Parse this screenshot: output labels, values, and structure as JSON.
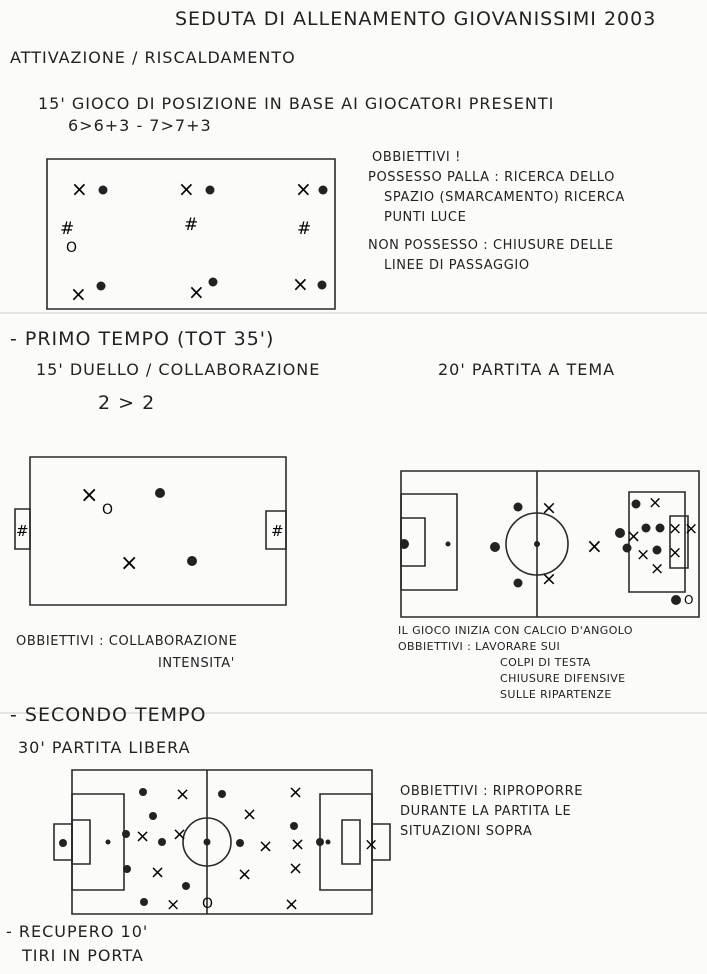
{
  "header": {
    "title": "SEDUTA DI ALLENAMENTO GIOVANISSIMI 2003"
  },
  "activation": {
    "heading": "ATTIVAZIONE / RISCALDAMENTO",
    "drill": "15' GIOCO DI POSIZIONE IN BASE AI GIOCATORI PRESENTI",
    "formats": "6>6+3 - 7>7+3",
    "objectives_label": "OBBIETTIVI !",
    "obj_line1": "POSSESSO PALLA : RICERCA DELLO",
    "obj_line2": "SPAZIO (SMARCAMENTO) RICERCA",
    "obj_line3": "PUNTI LUCE",
    "obj_line4": "NON POSSESSO : CHIUSURE DELLE",
    "obj_line5": "LINEE DI PASSAGGIO"
  },
  "first_half": {
    "heading": "- PRIMO TEMPO (TOT 35')",
    "drill": "15' DUELLO / COLLABORAZIONE",
    "format": "2 > 2",
    "game_label": "20' PARTITA A TEMA",
    "objectives_line1": "OBBIETTIVI : COLLABORAZIONE",
    "objectives_line2": "INTENSITA'",
    "note_line1": "IL GIOCO INIZIA CON CALCIO D'ANGOLO",
    "note_line2": "OBBIETTIVI : LAVORARE SUI",
    "note_line3": "COLPI DI TESTA",
    "note_line4": "CHIUSURE DIFENSIVE",
    "note_line5": "SULLE RIPARTENZE"
  },
  "second_half": {
    "heading": "- SECONDO TEMPO",
    "drill": "30' PARTITA LIBERA",
    "objectives_line1": "OBBIETTIVI : RIPROPORRE",
    "objectives_line2": "DURANTE LA PARTITA LE",
    "objectives_line3": "SITUAZIONI SOPRA"
  },
  "recovery": {
    "line1": "- RECUPERO 10'",
    "line2": "TIRI IN PORTA"
  },
  "marks": {
    "x": "×",
    "hash": "#",
    "ring": "o"
  }
}
